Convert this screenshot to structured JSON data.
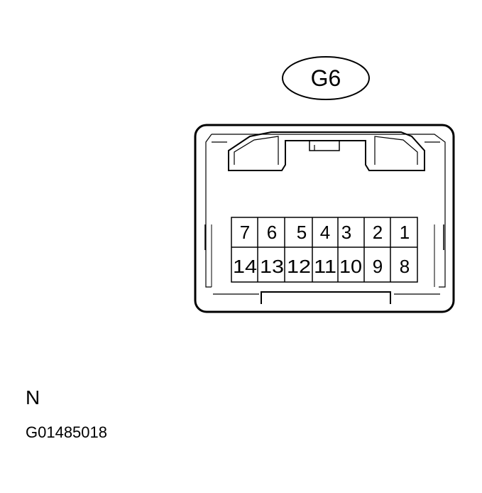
{
  "connector": {
    "id": "G6",
    "pins_top": [
      "7",
      "6",
      "5",
      "4",
      "3",
      "2",
      "1"
    ],
    "pins_bottom": [
      "14",
      "13",
      "12",
      "11",
      "10",
      "9",
      "8"
    ]
  },
  "orientation_mark": "N",
  "figure_code": "G01485018",
  "colors": {
    "stroke": "#000000",
    "background": "#ffffff"
  }
}
